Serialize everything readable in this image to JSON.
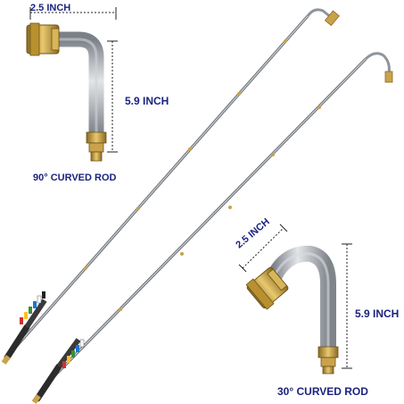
{
  "labels": {
    "rod_90_width": "2.5 INCH",
    "rod_90_height": "5.9 INCH",
    "rod_90_caption": "90° CURVED ROD",
    "rod_30_width": "2.5 INCH",
    "rod_30_height": "5.9 INCH",
    "rod_30_caption": "30° CURVED ROD"
  },
  "colors": {
    "label_text": "#1a237e",
    "steel": "#a9adb3",
    "steel_dark": "#6f747b",
    "brass": "#c9a24b",
    "brass_dark": "#8a6a22",
    "grip": "#2b2b2b",
    "nozzles": [
      "#d32f2f",
      "#fbc02d",
      "#388e3c",
      "#1976d2",
      "#ffffff",
      "#212121"
    ]
  }
}
